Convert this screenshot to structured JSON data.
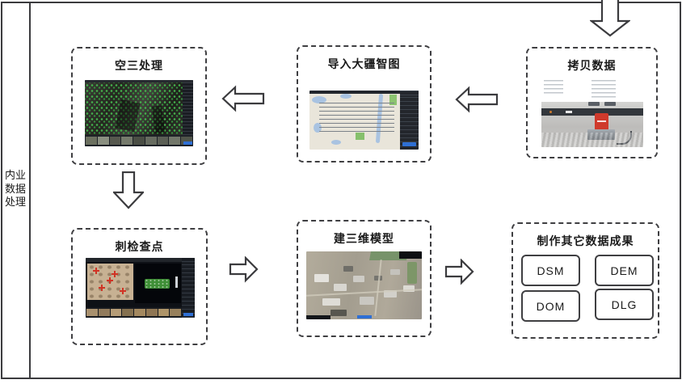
{
  "sidebar": {
    "label": "内业数据处理",
    "lines": [
      "内业",
      "数据",
      "处理"
    ]
  },
  "boxes": {
    "copy_data": {
      "title": "拷贝数据"
    },
    "import_dji_terra": {
      "title": "导入大疆智图"
    },
    "aerotriangulation": {
      "title": "空三处理"
    },
    "mark_checkpoints": {
      "title": "刺检查点"
    },
    "build_3d_model": {
      "title": "建三维模型"
    },
    "other_products": {
      "title": "制作其它数据成果",
      "items": [
        "DSM",
        "DEM",
        "DOM",
        "DLG"
      ]
    }
  },
  "colors": {
    "line": "#3b3b3e",
    "accent_blue": "#2e6fd4",
    "marker_red": "#cf3a2c",
    "tie_point_green": "#44b04c"
  }
}
